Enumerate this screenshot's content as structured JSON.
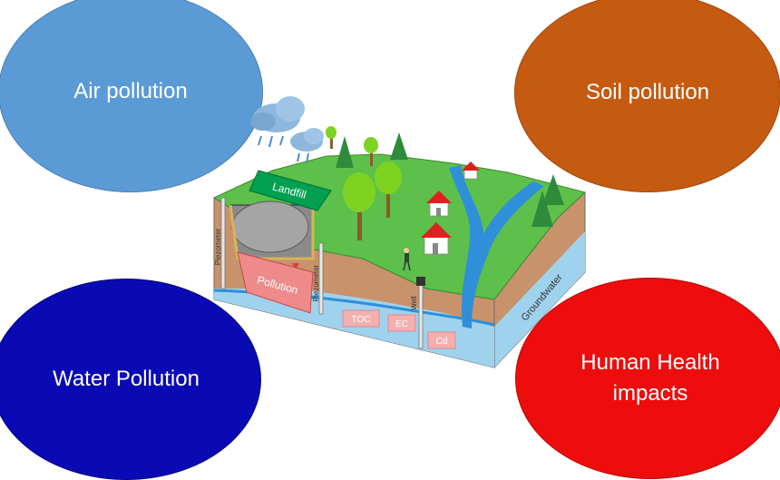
{
  "bubbles": {
    "air": "Air pollution",
    "soil": "Soil pollution",
    "water": "Water Pollution",
    "health": "Human Health impacts"
  },
  "diagram": {
    "landfill": "Landfill",
    "pollution": "Pollution",
    "piezometer_left": "Piezometer",
    "piezometer_right": "Piezometer",
    "well": "Well",
    "groundwater": "Groundwater",
    "toc": "TOC",
    "ec": "EC",
    "cd": "Cd"
  },
  "colors": {
    "air": "#5b9bd5",
    "soil": "#c55a11",
    "water": "#0a0ab4",
    "health": "#ee0d0d",
    "grass": "#5cc04a",
    "soil_layer": "#c8926a",
    "aquifer": "#9fd2ec",
    "river": "#2f8fd8",
    "pollution_plume": "#ef8a8a"
  }
}
